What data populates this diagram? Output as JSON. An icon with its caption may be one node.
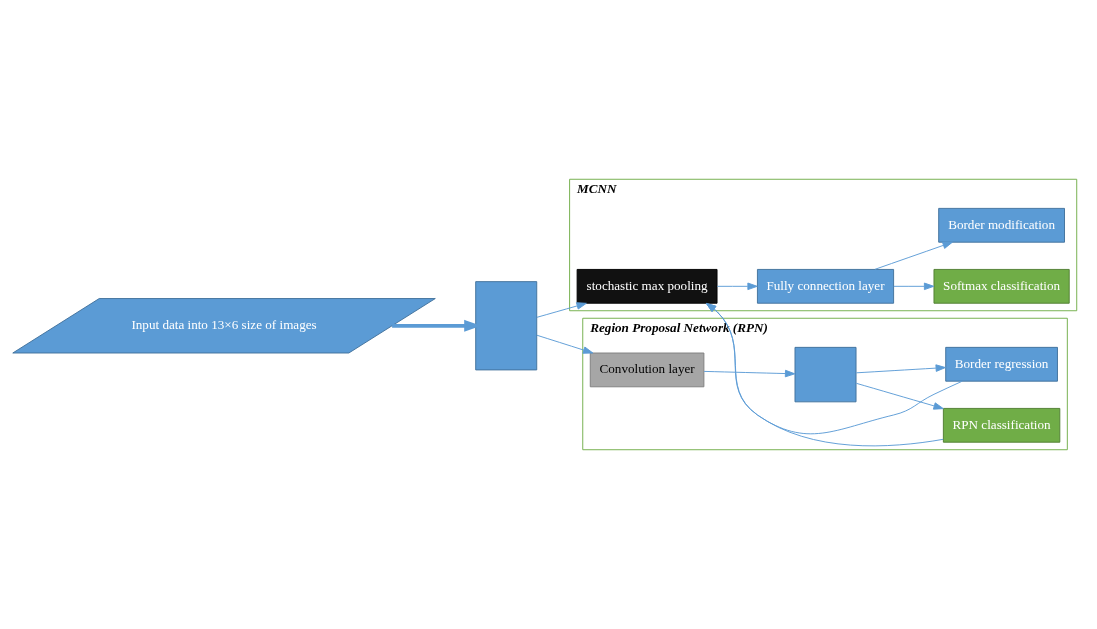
{
  "diagram": {
    "nodes": [
      {
        "text": [
          "Input data into 13×6 size of images"
        ]
      },
      {
        "text": [],
        "shape": "box"
      },
      {
        "text": [
          "MCNN"
        ]
      },
      {
        "text": [
          "stochastic max pooling"
        ],
        "in": 2
      },
      {
        "text": [
          "Fully connection layer"
        ],
        "in": 2
      },
      {
        "text": [
          "Softmax classification"
        ],
        "in": 2
      },
      {
        "text": [
          "Border modification"
        ],
        "in": 2
      },
      {
        "text": [
          "Region Proposal Network (RPN)"
        ]
      },
      {
        "text": [
          "Convolution layer"
        ],
        "in": 7
      },
      {
        "text": [],
        "shape": "box",
        "in": 7
      },
      {
        "text": [
          "RPN classification"
        ],
        "in": 7
      },
      {
        "text": [
          "Border regression"
        ],
        "in": 7
      }
    ],
    "edges": [
      {
        "from": 0,
        "to": 1,
        "arrow": "to",
        "style": "thick"
      },
      {
        "from": 1,
        "to": 3,
        "arrow": "to"
      },
      {
        "from": 1,
        "to": 8,
        "arrow": "to"
      },
      {
        "from": 3,
        "to": 4,
        "arrow": "to"
      },
      {
        "from": 4,
        "to": 5,
        "arrow": "to"
      },
      {
        "from": 4,
        "to": 6,
        "arrow": "to"
      },
      {
        "from": 8,
        "to": 9,
        "arrow": "to"
      },
      {
        "from": 9,
        "to": 10,
        "arrow": "to"
      },
      {
        "from": 9,
        "to": 11,
        "arrow": "to"
      },
      {
        "from": 10,
        "to": 3,
        "arrow": "to"
      },
      {
        "from": 11,
        "to": 3,
        "arrow": "to"
      }
    ]
  }
}
